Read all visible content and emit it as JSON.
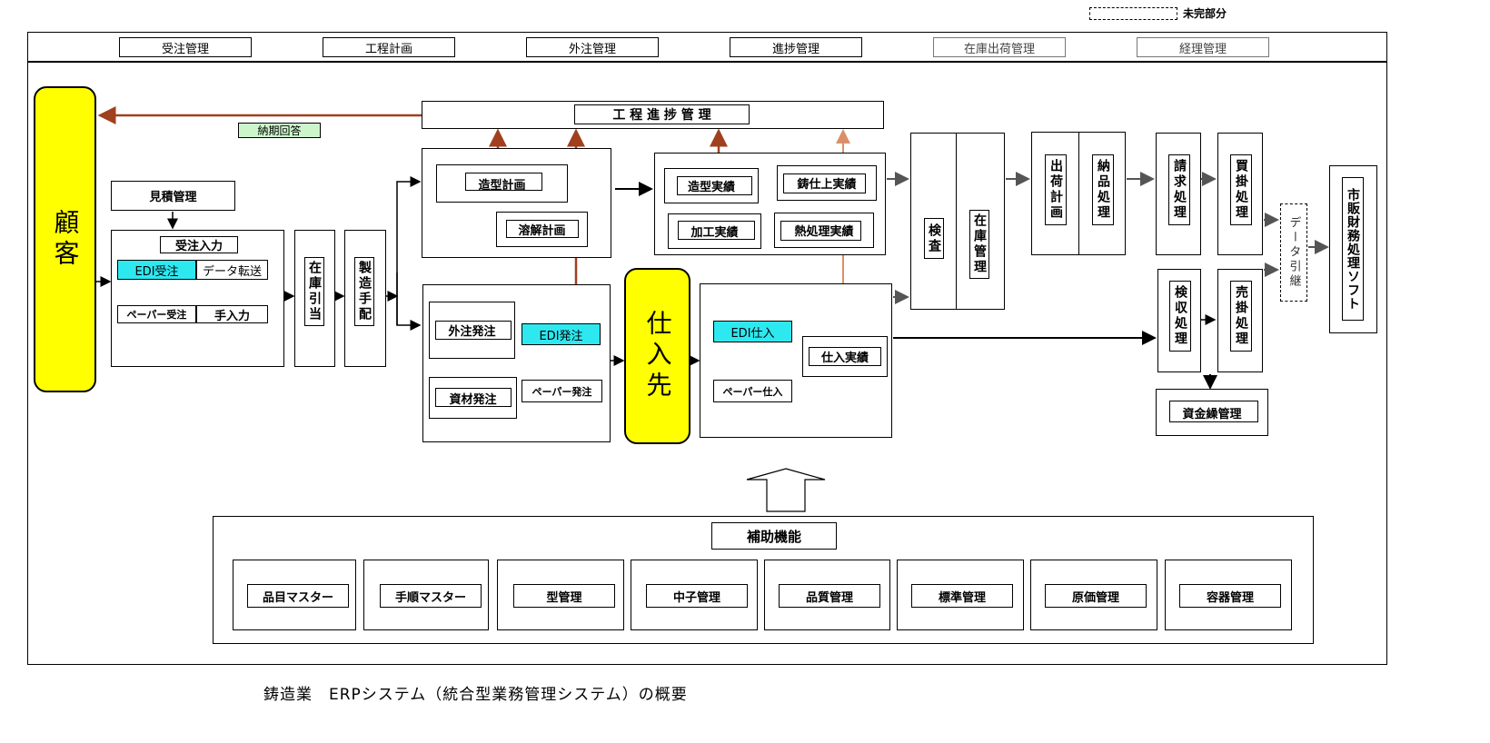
{
  "legend": {
    "label": "未完部分"
  },
  "tabs": [
    "受注管理",
    "工程計画",
    "外注管理",
    "進捗管理",
    "在庫出荷管理",
    "経理管理"
  ],
  "customer": "顧客",
  "supplier": "仕入先",
  "progress_mgmt": "工 程 進 捗 管 理",
  "delivery_answer": "納期回答",
  "order": {
    "estimate": "見積管理",
    "order_entry": "受注入力",
    "edi_order": "EDI受注",
    "data_transfer": "データ転送",
    "paper_order": "ペーパー受注",
    "manual_entry": "手入力"
  },
  "stock_allocation": "在庫引当",
  "mfg_arrangement": "製造手配",
  "planning": {
    "molding_plan": "造型計画",
    "melting_plan": "溶解計画"
  },
  "outsourcing": {
    "outsource_order": "外注発注",
    "edi_order": "EDI発注",
    "material_order": "資材発注",
    "paper_order": "ペーパー発注"
  },
  "results": {
    "molding_result": "造型実績",
    "finishing_result": "鋳仕上実績",
    "machining_result": "加工実績",
    "heat_result": "熱処理実績"
  },
  "purchase": {
    "edi_purchase": "EDI仕入",
    "paper_purchase": "ペーパー仕入",
    "purchase_result": "仕入実績"
  },
  "inspection": "検査",
  "inventory": "在庫管理",
  "shipping_plan": "出荷計画",
  "delivery_process": "納品処理",
  "billing": "請求処理",
  "payable": "買掛処理",
  "acceptance": "検収処理",
  "receivable": "売掛処理",
  "data_handover": "データ引継",
  "cash_mgmt": "資金繰管理",
  "accounting_soft": "市販財務処理ソフト",
  "aux": {
    "title": "補助機能",
    "items": [
      "品目マスター",
      "手順マスター",
      "型管理",
      "中子管理",
      "品質管理",
      "標準管理",
      "原価管理",
      "容器管理"
    ]
  },
  "caption": "鋳造業　ERPシステム（統合型業務管理システム）の概要",
  "colors": {
    "brown_arrow": "#a0401f",
    "light_arrow": "#d9906a",
    "cyan": "#2ee8f0",
    "yellow": "#ffff00",
    "green": "#ccf5cc"
  }
}
